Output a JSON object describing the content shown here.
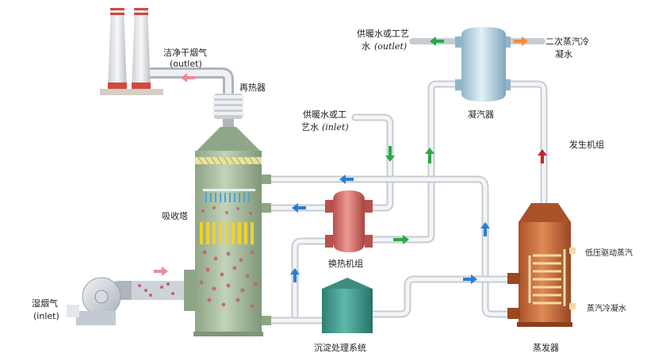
{
  "labels": {
    "clean_flue_gas": "洁净干烟气",
    "clean_flue_gas_sub": "(outlet)",
    "reheater": "再热器",
    "supply_water_out_1": "供暖水或工艺",
    "supply_water_out_2": "水",
    "supply_water_out_sub": "(outlet)",
    "supply_water_in_1": "供暖水或工",
    "supply_water_in_2": "艺水",
    "supply_water_in_sub": "(inlet)",
    "condenser": "凝汽器",
    "secondary_condensate_1": "二次蒸汽冷",
    "secondary_condensate_2": "凝水",
    "generator_set": "发生机组",
    "absorber": "吸收塔",
    "heat_exchanger": "换热机组",
    "low_pressure_steam": "低压驱动蒸汽",
    "steam_condensate": "蒸汽冷凝水",
    "wet_flue_gas": "湿烟气",
    "wet_flue_gas_sub": "(inlet)",
    "sedimentation": "沉淀处理系统",
    "evaporator": "蒸发器"
  },
  "icons": {
    "flow_red": "arrow-red",
    "flow_green": "arrow-green",
    "flow_blue": "arrow-blue",
    "flow_orange": "arrow-orange",
    "flow_pink": "arrow-pink"
  },
  "colors": {
    "pipe": "#dde1e6",
    "tower": "#9fb596",
    "heat_exchanger": "#d9706a",
    "condenser": "#b8d6e6",
    "evaporator": "#c9693a",
    "sedimentation_tank": "#3f9a8e",
    "arrow_blue": "#2a7fd0",
    "arrow_green": "#2aa84a",
    "arrow_red": "#c02a2a",
    "arrow_orange": "#f08a3c",
    "arrow_pink": "#ee8a95"
  }
}
